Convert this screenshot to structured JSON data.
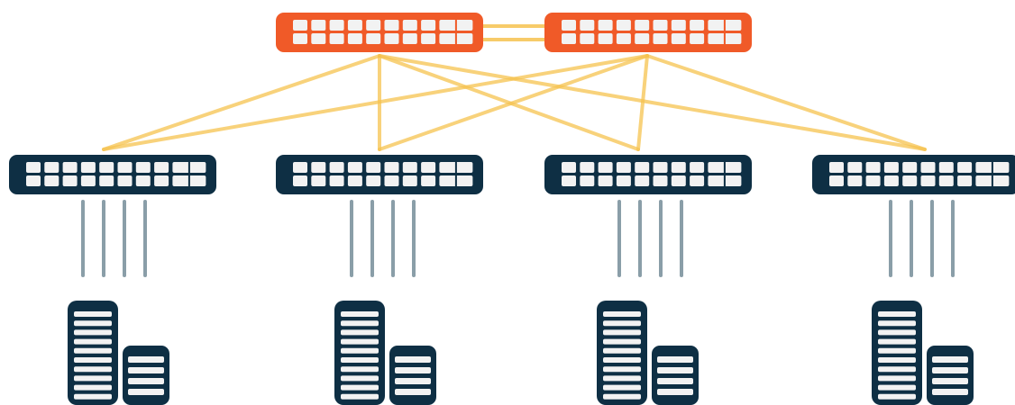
{
  "colors": {
    "spine": "#f05a28",
    "leaf": "#0e2f44",
    "port": "#f2f2f2",
    "link": "#f6c34f",
    "server_link": "#8a9ea8",
    "background": "#ffffff"
  },
  "spine_switches": [
    {
      "id": "spine-1",
      "icon": "network-switch-icon"
    },
    {
      "id": "spine-2",
      "icon": "network-switch-icon"
    }
  ],
  "leaf_switches": [
    {
      "id": "leaf-1",
      "icon": "network-switch-icon"
    },
    {
      "id": "leaf-2",
      "icon": "network-switch-icon"
    },
    {
      "id": "leaf-3",
      "icon": "network-switch-icon"
    },
    {
      "id": "leaf-4",
      "icon": "network-switch-icon"
    }
  ],
  "server_groups": [
    {
      "id": "servers-1",
      "icon": "server-rack-icon",
      "links": 4
    },
    {
      "id": "servers-2",
      "icon": "server-rack-icon",
      "links": 4
    },
    {
      "id": "servers-3",
      "icon": "server-rack-icon",
      "links": 4
    },
    {
      "id": "servers-4",
      "icon": "server-rack-icon",
      "links": 4
    }
  ],
  "connections": [
    [
      "spine-1",
      "spine-2"
    ],
    [
      "spine-1",
      "leaf-1"
    ],
    [
      "spine-1",
      "leaf-2"
    ],
    [
      "spine-1",
      "leaf-3"
    ],
    [
      "spine-1",
      "leaf-4"
    ],
    [
      "spine-2",
      "leaf-1"
    ],
    [
      "spine-2",
      "leaf-2"
    ],
    [
      "spine-2",
      "leaf-3"
    ],
    [
      "spine-2",
      "leaf-4"
    ]
  ]
}
